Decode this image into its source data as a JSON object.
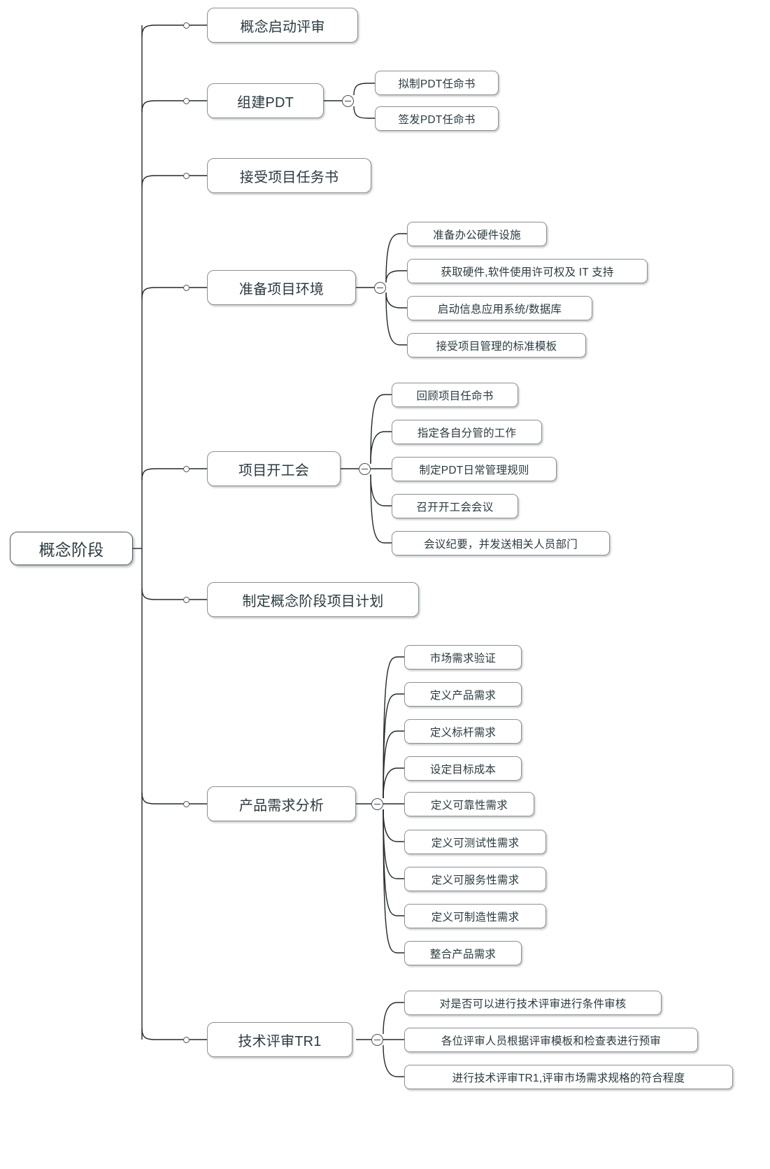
{
  "diagram": {
    "type": "mindmap",
    "title": "概念阶段",
    "orientation": "left-to-right",
    "icons": {
      "link_dot": "link-dot-icon",
      "collapse": "collapse-minus-icon"
    },
    "colors": {
      "text": "#2b3a40",
      "node_border": "#8a9095",
      "root_border": "#4d5458",
      "node_fill": "#ffffff",
      "connector": "#22282c",
      "background": "#ffffff"
    }
  },
  "root": {
    "label": "概念阶段"
  },
  "branches": [
    {
      "label": "概念启动评审",
      "children": []
    },
    {
      "label": "组建PDT",
      "children": [
        {
          "label": "拟制PDT任命书"
        },
        {
          "label": "签发PDT任命书"
        }
      ]
    },
    {
      "label": "接受项目任务书",
      "children": []
    },
    {
      "label": "准备项目环境",
      "children": [
        {
          "label": "准备办公硬件设施"
        },
        {
          "label": "获取硬件,软件使用许可权及 IT 支持"
        },
        {
          "label": "启动信息应用系统/数据库"
        },
        {
          "label": "接受项目管理的标准模板"
        }
      ]
    },
    {
      "label": "项目开工会",
      "children": [
        {
          "label": "回顾项目任命书"
        },
        {
          "label": "指定各自分管的工作"
        },
        {
          "label": "制定PDT日常管理规则"
        },
        {
          "label": "召开开工会会议"
        },
        {
          "label": "会议纪要，并发送相关人员部门"
        }
      ]
    },
    {
      "label": "制定概念阶段项目计划",
      "children": []
    },
    {
      "label": "产品需求分析",
      "children": [
        {
          "label": "市场需求验证"
        },
        {
          "label": "定义产品需求"
        },
        {
          "label": "定义标杆需求"
        },
        {
          "label": "设定目标成本"
        },
        {
          "label": "定义可靠性需求"
        },
        {
          "label": "定义可测试性需求"
        },
        {
          "label": "定义可服务性需求"
        },
        {
          "label": "定义可制造性需求"
        },
        {
          "label": "整合产品需求"
        }
      ]
    },
    {
      "label": "技术评审TR1",
      "children": [
        {
          "label": "对是否可以进行技术评审进行条件审核"
        },
        {
          "label": "各位评审人员根据评审模板和检查表进行预审"
        },
        {
          "label": "进行技术评审TR1,评审市场需求规格的符合程度"
        }
      ]
    }
  ]
}
